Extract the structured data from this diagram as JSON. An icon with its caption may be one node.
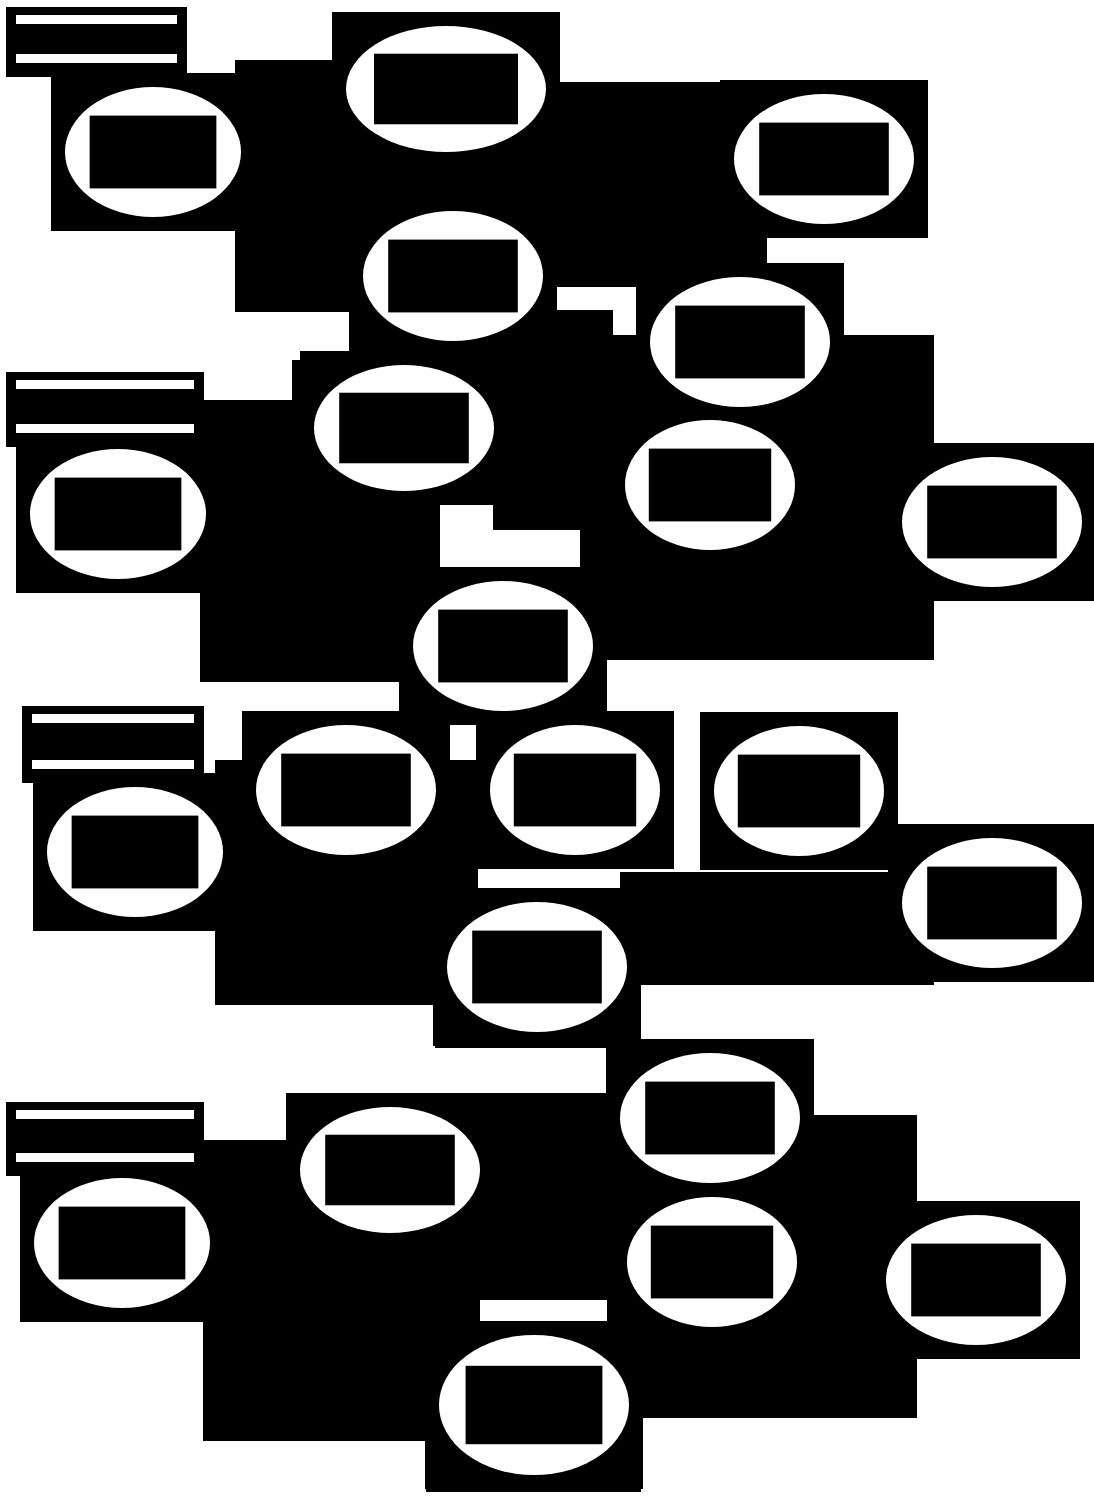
{
  "diagram": {
    "nodes": [
      {
        "text": [],
        "shape": "box"
      },
      {
        "text": [],
        "shape": "ellipse"
      },
      {
        "text": [],
        "shape": "ellipse"
      },
      {
        "text": [],
        "shape": "ellipse"
      },
      {
        "text": [],
        "shape": "ellipse"
      },
      {
        "text": [],
        "shape": "ellipse"
      },
      {
        "text": [],
        "shape": "box"
      },
      {
        "text": [],
        "shape": "ellipse"
      },
      {
        "text": [],
        "shape": "ellipse"
      },
      {
        "text": [],
        "shape": "ellipse"
      },
      {
        "text": [],
        "shape": "ellipse"
      },
      {
        "text": [],
        "shape": "ellipse"
      },
      {
        "text": [],
        "shape": "box"
      },
      {
        "text": [],
        "shape": "ellipse"
      },
      {
        "text": [],
        "shape": "ellipse"
      },
      {
        "text": [],
        "shape": "ellipse"
      },
      {
        "text": [],
        "shape": "ellipse"
      },
      {
        "text": [],
        "shape": "ellipse"
      },
      {
        "text": [],
        "shape": "ellipse"
      },
      {
        "text": [],
        "shape": "box"
      },
      {
        "text": [],
        "shape": "ellipse"
      },
      {
        "text": [],
        "shape": "ellipse"
      },
      {
        "text": [],
        "shape": "ellipse"
      },
      {
        "text": [],
        "shape": "ellipse"
      },
      {
        "text": [],
        "shape": "ellipse"
      },
      {
        "text": [],
        "shape": "ellipse"
      }
    ]
  }
}
